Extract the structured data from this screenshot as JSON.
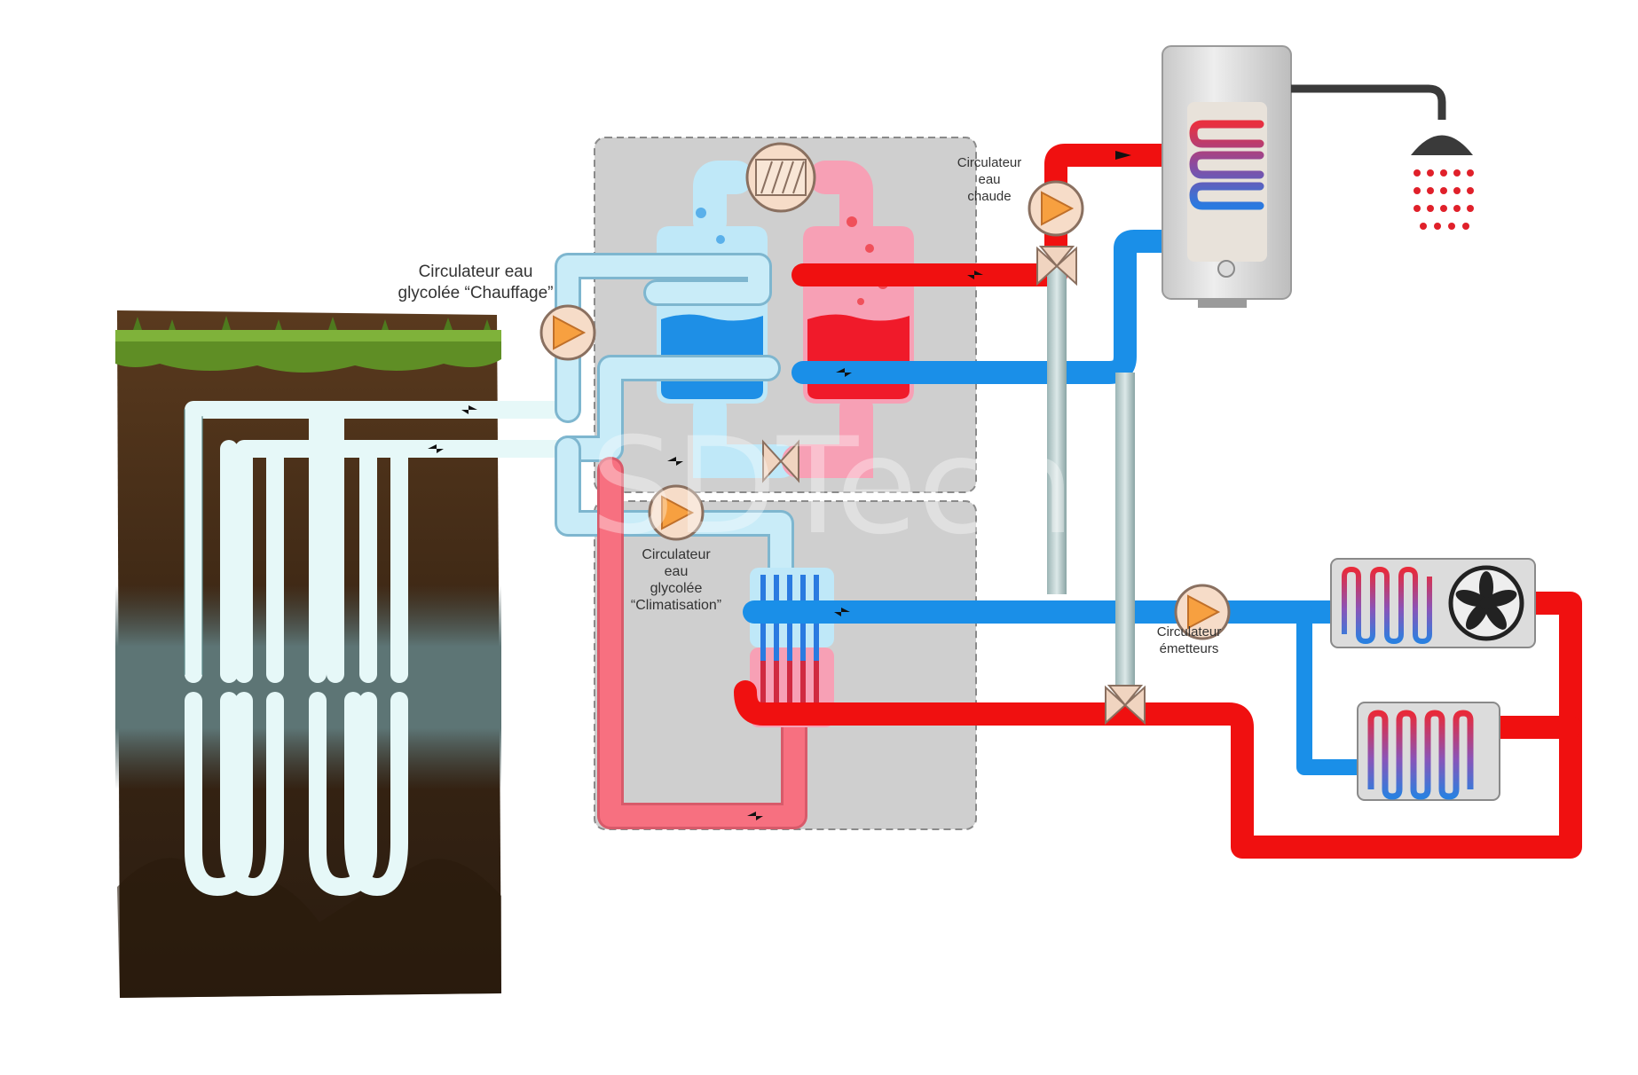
{
  "labels": {
    "circ_chauffage_1": "Circulateur eau",
    "circ_chauffage_2": "glycolée “Chauffage”",
    "circ_clim_1": "Circulateur",
    "circ_clim_2": "eau",
    "circ_clim_3": "glycolée",
    "circ_clim_4": "“Climatisation”",
    "circ_chaude_1": "Circulateur",
    "circ_chaude_2": "eau",
    "circ_chaude_3": "chaude",
    "circ_emetteurs_1": "Circulateur",
    "circ_emetteurs_2": "émetteurs"
  },
  "watermark": "SDTech",
  "icons": {
    "pump": "circulator-pump-icon",
    "valve": "three-way-valve-icon",
    "fan": "fan-icon",
    "shower": "shower-head-icon",
    "compressor": "compressor-icon"
  },
  "colors": {
    "hot": "#f01010",
    "cold": "#1a8fe8",
    "glycol": "#c9ecf8",
    "glycol_warm": "#f77080",
    "casing": "#d0d0d0",
    "soil": "#3c2a18",
    "grass": "#6a9a2a"
  }
}
